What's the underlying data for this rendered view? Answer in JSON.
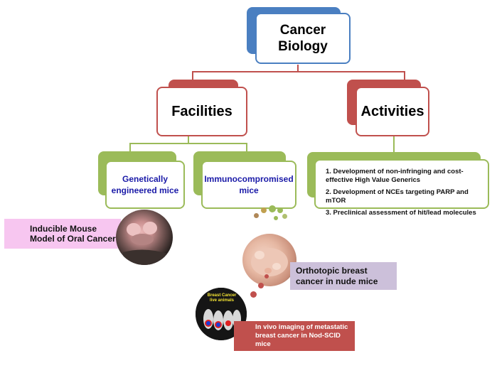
{
  "root": {
    "title_line1": "Cancer",
    "title_line2": "Biology"
  },
  "facilities": {
    "title": "Facilities"
  },
  "activities": {
    "title": "Activities",
    "items": [
      "1. Development of non-infringing and cost-effective High Value Generics",
      "2. Development of NCEs  targeting PARP and mTOR",
      "3. Preclinical assessment of hit/lead molecules"
    ]
  },
  "genetically": {
    "label": "Genetically engineered mice"
  },
  "immuno": {
    "label": "Immunocompromised mice"
  },
  "inducible": {
    "label": "Inducible Mouse Model of Oral Cancer"
  },
  "orthotopic": {
    "label": "Orthotopic breast cancer in nude mice"
  },
  "invivo": {
    "label": "In vivo imaging of metastatic breast cancer in Nod-SCID mice",
    "photo_text": "Breast Cancer live animals"
  },
  "colors": {
    "root_blue": "#4a7fc1",
    "red": "#c0504d",
    "green": "#9bbb59",
    "pink": "#f7c6f0",
    "lavender": "#ccc0da",
    "dark_red": "#c0504d"
  }
}
